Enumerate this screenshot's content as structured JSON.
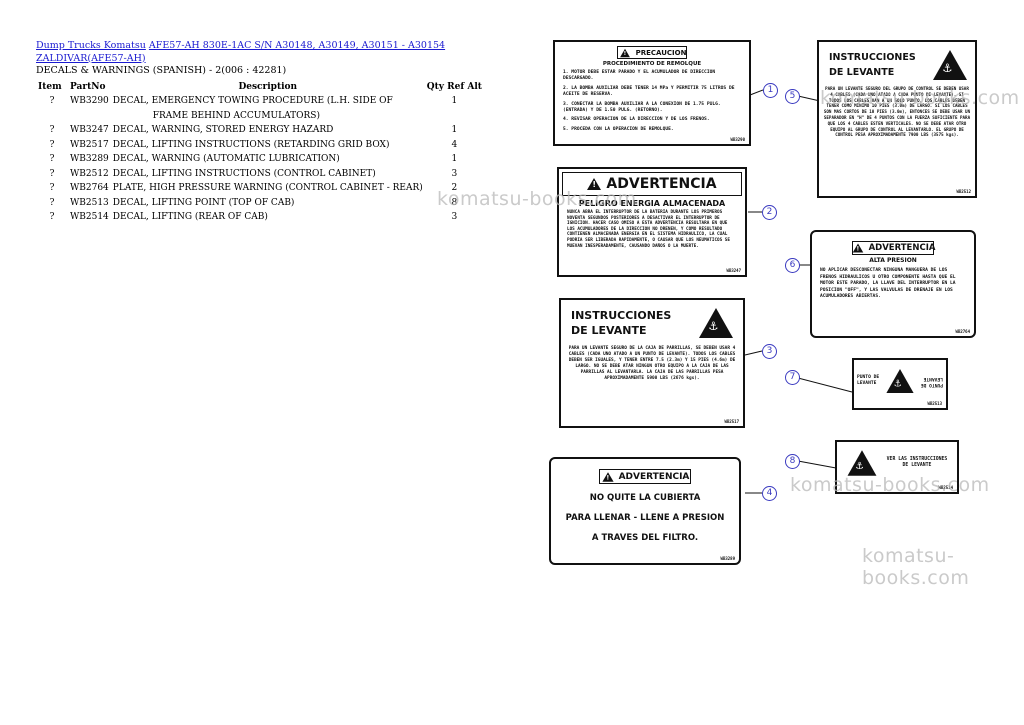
{
  "breadcrumb": {
    "link1": "Dump Trucks Komatsu",
    "link2": "AFE57-AH 830E-1AC S/N A30148, A30149, A30151 - A30154",
    "link3": "ZALDIVAR(AFE57-AH)"
  },
  "section_title": "DECALS & WARNINGS (SPANISH) - 2(006 : 42281)",
  "table": {
    "headers": {
      "item": "Item",
      "part": "PartNo",
      "desc": "Description",
      "qty": "Qty",
      "ref": "Ref",
      "alt": "Alt"
    },
    "rows": [
      {
        "item": "?",
        "part": "WB3290",
        "desc": "DECAL, EMERGENCY TOWING PROCEDURE (L.H. SIDE OF",
        "desc2": "FRAME BEHIND ACCUMULATORS)",
        "qty": "1"
      },
      {
        "item": "?",
        "part": "WB3247",
        "desc": "DECAL, WARNING, STORED ENERGY HAZARD",
        "qty": "1"
      },
      {
        "item": "?",
        "part": "WB2517",
        "desc": "DECAL, LIFTING INSTRUCTIONS (RETARDING GRID BOX)",
        "qty": "4"
      },
      {
        "item": "?",
        "part": "WB3289",
        "desc": "DECAL, WARNING (AUTOMATIC LUBRICATION)",
        "qty": "1"
      },
      {
        "item": "?",
        "part": "WB2512",
        "desc": "DECAL, LIFTING INSTRUCTIONS (CONTROL CABINET)",
        "qty": "3"
      },
      {
        "item": "?",
        "part": "WB2764",
        "desc": "PLATE, HIGH PRESSURE WARNING (CONTROL CABINET - REAR)",
        "qty": "2"
      },
      {
        "item": "?",
        "part": "WB2513",
        "desc": "DECAL, LIFTING POINT (TOP OF CAB)",
        "qty": "8"
      },
      {
        "item": "?",
        "part": "WB2514",
        "desc": "DECAL, LIFTING (REAR OF CAB)",
        "qty": "3"
      }
    ]
  },
  "decals": {
    "precaucion": {
      "title": "PRECAUCION",
      "subtitle": "PROCEDIMIENTO DE REMOLQUE",
      "l1": "1. MOTOR DEBE ESTAR PARADO Y EL ACUMULADOR DE DIRECCION DESCARGADO.",
      "l2": "2. LA BOMBA AUXILIAR DEBE TENER 14 MPa Y PERMITIR 75 LITROS DE ACEITE DE RESERVA.",
      "l3": "3. CONECTAR LA BOMBA AUXILIAR A LA CONEXION DE 1.75 PULG. (ENTRADA) Y DE 1.50 PULG. (RETORNO).",
      "l4": "4. REVISAR OPERACION DE LA DIRECCION Y DE LOS FRENOS.",
      "l5": "5. PROCEDA CON LA OPERACION DE REMOLQUE.",
      "code": "WB3290"
    },
    "advertencia1": {
      "title": "ADVERTENCIA",
      "subtitle": "PELIGRO ENERGIA ALMACENADA",
      "body": "NUNCA ABRA EL INTERRUPTOR DE LA BATERIA DURANTE LOS PRIMEROS NOVENTA SEGUNDOS POSTERIORES A DESACTIVAR EL INTERRUPTOR DE IGNICION. HACER CASO OMISO A ESTA ADVERTENCIA RESULTARA EN QUE LOS ACUMULADORES DE LA DIRECCION NO DRENEN, Y COMO RESULTADO CONTIENEN ALMACENADA ENERGIA EN EL SISTEMA HIDRAULICO, LA CUAL PODRIA SER LIBERADA RAPIDAMENTE, O CAUSAR QUE LOS NEUMATICOS SE MUEVAN INESPERADAMENTE, CAUSANDO DAÑOS O LA MUERTE.",
      "code": "WB3247"
    },
    "instrucciones1": {
      "title1": "INSTRUCCIONES",
      "title2": "DE LEVANTE",
      "body": "PARA UN LEVANTE SEGURO DE LA CAJA DE PARRILLAS, SE DEBEN USAR 4 CABLES (CADA UNO ATADO A UN PUNTO DE LEVANTE). TODOS LOS CABLES DEBEN SER IGUALES, Y TENER ENTRE 7.5 (2.3m) Y 15 PIES (4.6m) DE LARGO. NO SE DEBE ATAR NINGUN OTRO EQUIPO A LA CAJA DE LAS PARRILLAS AL LEVANTARLA. LA CAJA DE LAS PARRILLAS PESA APROXIMADAMENTE 5900 LBS (2676 kgs).",
      "code": "WB2517"
    },
    "advertencia2": {
      "title": "ADVERTENCIA",
      "l1": "NO QUITE LA CUBIERTA",
      "l2": "PARA LLENAR - LLENE A PRESION",
      "l3": "A TRAVES DEL FILTRO.",
      "code": "WB3289"
    },
    "instrucciones2": {
      "title1": "INSTRUCCIONES",
      "title2": "DE LEVANTE",
      "body": "PARA UN LEVANTE SEGURO DEL GRUPO DE CONTROL SE DEBEN USAR 4 CABLES (CADA UNO ATADO A CADA PUNTO DE LEVANTE). SI TODOS LOS CABLES VAN A UN SOLO PUNTO, LOS CABLES DEBEN TENER COMO MINIMO 10 PIES (3.0m) DE LARGO. SI LOS CABLES SON MAS CORTOS DE 10 PIES (3.0m), ENTONCES SE DEBE USAR UN SEPARADOR EN \"H\" DE 4 PUNTOS CON LA FUERZA SUFICIENTE PARA QUE LOS 4 CABLES ESTEN VERTICALES. NO SE DEBE ATAR OTRO EQUIPO AL GRUPO DE CONTROL AL LEVANTARLO. EL GRUPO DE CONTROL PESA APROXIMADAMENTE 7900 LBS (3575 kgs).",
      "code": "WB2512"
    },
    "advertencia3": {
      "title": "ADVERTENCIA",
      "subtitle": "ALTA PRESION",
      "body": "NO APLICAR DESCONECTAR NINGUNA MANGUERA DE LOS FRENOS HIDRAULICOS U OTRO COMPONENTE HASTA QUE EL MOTOR ESTE PARADO, LA LLAVE DEL INTERRUPTOR EN LA POSICION \"OFF\", Y LAS VALVULAS DE DRENAJE EN LOS ACUMULADORES ABIERTAS.",
      "code": "WB2764"
    },
    "punto": {
      "left": "PUNTO DE LEVANTE",
      "right": "PUNTO DE LEVANTE",
      "code": "WB2513"
    },
    "ver": {
      "text": "VER LAS INSTRUCCIONES DE LEVANTE",
      "code": "WB2514"
    }
  },
  "callouts": [
    "1",
    "2",
    "3",
    "4",
    "5",
    "6",
    "7",
    "8"
  ],
  "watermark": "komatsu-books.com"
}
